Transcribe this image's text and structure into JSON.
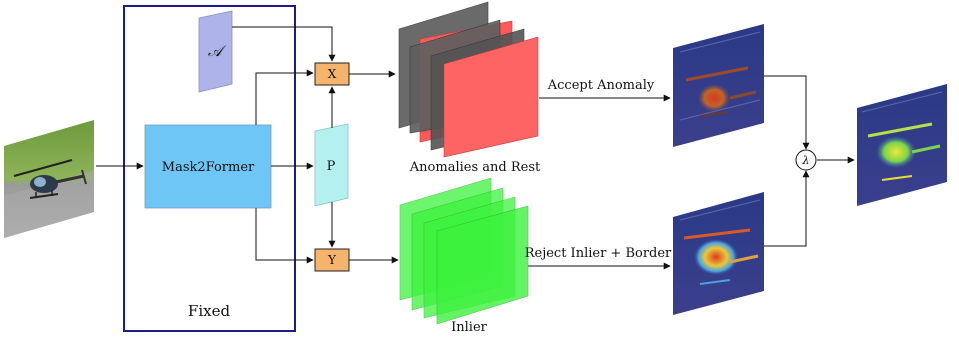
{
  "diagram": {
    "frozen_block_label": "Fixed",
    "backbone_label": "Mask2Former",
    "anomaly_param_label": "𝒜",
    "node_x_label": "X",
    "node_y_label": "Y",
    "node_p_label": "P",
    "anomalies_stack_label": "Anomalies and Rest",
    "inlier_stack_label": "Inlier",
    "accept_label": "Accept Anomaly",
    "reject_label": "Reject Inlier + Border",
    "fusion_label": "λ"
  },
  "colors": {
    "frame": "#1b1b8f",
    "backbone_fill": "#6ec6f7",
    "param_fill": "#aeb4ea",
    "p_fill": "#b3f0ee",
    "op_fill": "#f6b36c",
    "anomaly_gray": "#5f5f5f",
    "anomaly_red": "#ff5a5a",
    "inlier_green": "#3df23d"
  }
}
